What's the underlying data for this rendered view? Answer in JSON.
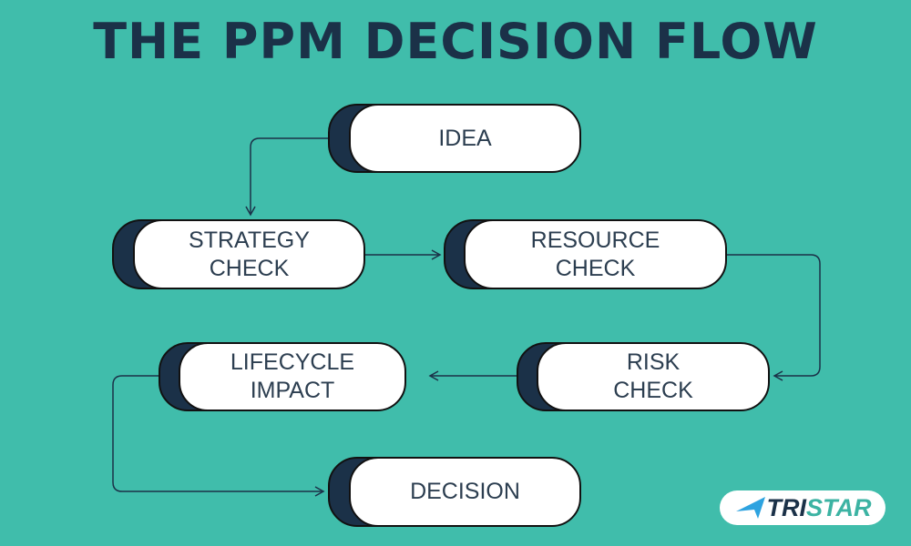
{
  "title": "THE PPM DECISION FLOW",
  "nodes": [
    {
      "id": "idea",
      "label": "IDEA"
    },
    {
      "id": "strategy",
      "label": "STRATEGY\nCHECK"
    },
    {
      "id": "resource",
      "label": "RESOURCE\nCHECK"
    },
    {
      "id": "risk",
      "label": "RISK\nCHECK"
    },
    {
      "id": "lifecycle",
      "label": "LIFECYCLE\nIMPACT"
    },
    {
      "id": "decision",
      "label": "DECISION"
    }
  ],
  "edges": [
    [
      "idea",
      "strategy"
    ],
    [
      "strategy",
      "resource"
    ],
    [
      "resource",
      "risk"
    ],
    [
      "risk",
      "lifecycle"
    ],
    [
      "lifecycle",
      "decision"
    ]
  ],
  "logo": {
    "part1": "TRI",
    "part2": "STAR"
  },
  "colors": {
    "background": "#40bdab",
    "dark": "#1b3148",
    "accent": "#2ea3e0"
  }
}
